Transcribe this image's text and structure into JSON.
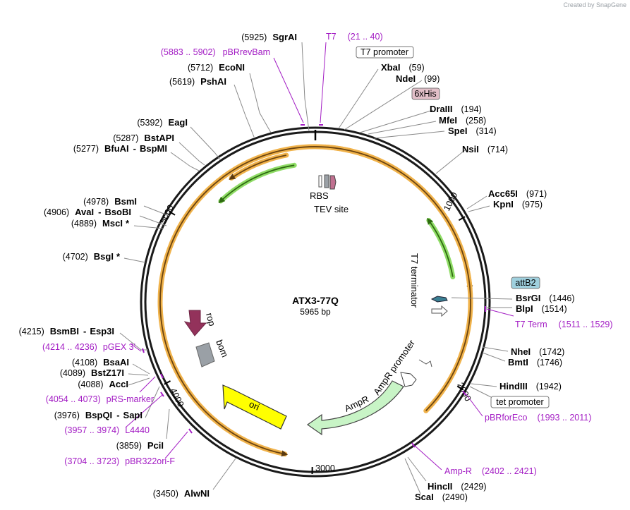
{
  "credit": "Created by SnapGene",
  "plasmid": {
    "name": "ATX3-77Q",
    "size": "5965 bp",
    "length": 5965
  },
  "ticks": [
    {
      "label": "1000",
      "pos": 1000
    },
    {
      "label": "2000",
      "pos": 2000
    },
    {
      "label": "3000",
      "pos": 3000
    },
    {
      "label": "4000",
      "pos": 4000
    },
    {
      "label": "5000",
      "pos": 5000
    }
  ],
  "enzymes": [
    {
      "pos_text": "(5925)",
      "name": "SgrAI",
      "site": 5925
    },
    {
      "pos_text": "(5712)",
      "name": "EcoNI",
      "site": 5712
    },
    {
      "pos_text": "(5619)",
      "name": "PshAI",
      "site": 5619
    },
    {
      "pos_text": "(5392)",
      "name": "EagI",
      "site": 5392
    },
    {
      "pos_text": "(5287)",
      "name": "BstAPI",
      "site": 5287
    },
    {
      "pos_text": "(5277)",
      "name": "BfuAI",
      "name2": "BspMI",
      "site": 5277
    },
    {
      "pos_text": "(4978)",
      "name": "BsmI",
      "site": 4978
    },
    {
      "pos_text": "(4906)",
      "name": "AvaI",
      "name2": "BsoBI",
      "site": 4906
    },
    {
      "pos_text": "(4889)",
      "name": "MscI",
      "star": "*",
      "site": 4889
    },
    {
      "pos_text": "(4702)",
      "name": "BsgI",
      "star": "*",
      "site": 4702
    },
    {
      "pos_text": "(4215)",
      "name": "BsmBI",
      "name2": "Esp3I",
      "site": 4215
    },
    {
      "pos_text": "(4108)",
      "name": "BsaAI",
      "site": 4108
    },
    {
      "pos_text": "(4089)",
      "name": "BstZ17I",
      "site": 4089
    },
    {
      "pos_text": "(4088)",
      "name": "AccI",
      "site": 4088
    },
    {
      "pos_text": "(3976)",
      "name": "BspQI",
      "name2": "SapI",
      "site": 3976
    },
    {
      "pos_text": "(3859)",
      "name": "PciI",
      "site": 3859
    },
    {
      "pos_text": "(3450)",
      "name": "AlwNI",
      "site": 3450
    },
    {
      "name": "XbaI",
      "pos_text": "(59)",
      "site": 59
    },
    {
      "name": "NdeI",
      "pos_text": "(99)",
      "site": 99
    },
    {
      "name": "DraIII",
      "pos_text": "(194)",
      "site": 194
    },
    {
      "name": "MfeI",
      "pos_text": "(258)",
      "site": 258
    },
    {
      "name": "SpeI",
      "pos_text": "(314)",
      "site": 314
    },
    {
      "name": "NsiI",
      "pos_text": "(714)",
      "site": 714
    },
    {
      "name": "Acc65I",
      "pos_text": "(971)",
      "site": 971
    },
    {
      "name": "KpnI",
      "pos_text": "(975)",
      "site": 975
    },
    {
      "name": "BsrGI",
      "pos_text": "(1446)",
      "site": 1446
    },
    {
      "name": "BlpI",
      "pos_text": "(1514)",
      "site": 1514
    },
    {
      "name": "NheI",
      "pos_text": "(1742)",
      "site": 1742
    },
    {
      "name": "BmtI",
      "pos_text": "(1746)",
      "site": 1746
    },
    {
      "name": "HindIII",
      "pos_text": "(1942)",
      "site": 1942
    },
    {
      "name": "HincII",
      "pos_text": "(2429)",
      "site": 2429
    },
    {
      "name": "ScaI",
      "pos_text": "(2490)",
      "site": 2490
    }
  ],
  "primers": [
    {
      "name": "T7",
      "range": "(21 .. 40)"
    },
    {
      "name": "pBRrevBam",
      "range": "(5883 .. 5902)"
    },
    {
      "name": "T7 Term",
      "range": "(1511 .. 1529)"
    },
    {
      "name": "pGEX 3'",
      "range": "(4214 .. 4236)"
    },
    {
      "name": "pRS-marker",
      "range": "(4054 .. 4073)"
    },
    {
      "name": "L4440",
      "range": "(3957 .. 3974)"
    },
    {
      "name": "pBR322ori-F",
      "range": "(3704 .. 3723)"
    },
    {
      "name": "pBRforEco",
      "range": "(1993 .. 2011)"
    },
    {
      "name": "Amp-R",
      "range": "(2402 .. 2421)"
    }
  ],
  "boxed_features": [
    {
      "name": "T7 promoter",
      "fill": "#ffffff"
    },
    {
      "name": "6xHis",
      "fill": "#e2bfc8"
    },
    {
      "name": "attB2",
      "fill": "#9fd0de"
    },
    {
      "name": "tet promoter",
      "fill": "#ffffff"
    }
  ],
  "features": [
    {
      "name": "RBS"
    },
    {
      "name": "TEV site"
    },
    {
      "name": "T7 terminator"
    },
    {
      "name": "rop",
      "color": "#93325b"
    },
    {
      "name": "bom",
      "color": "#9aa0a6"
    },
    {
      "name": "ori",
      "color": "#ffff00"
    },
    {
      "name": "AmpR",
      "color": "#c8f4c6"
    },
    {
      "name": "AmpR promoter",
      "color": "#ffffff"
    }
  ],
  "colors": {
    "backbone": "#1a1a1a",
    "orf_orange": "#f0b24a",
    "orf_green": "#8fdc66",
    "primer": "#a31dc4",
    "leader": "#8a8a8a"
  }
}
